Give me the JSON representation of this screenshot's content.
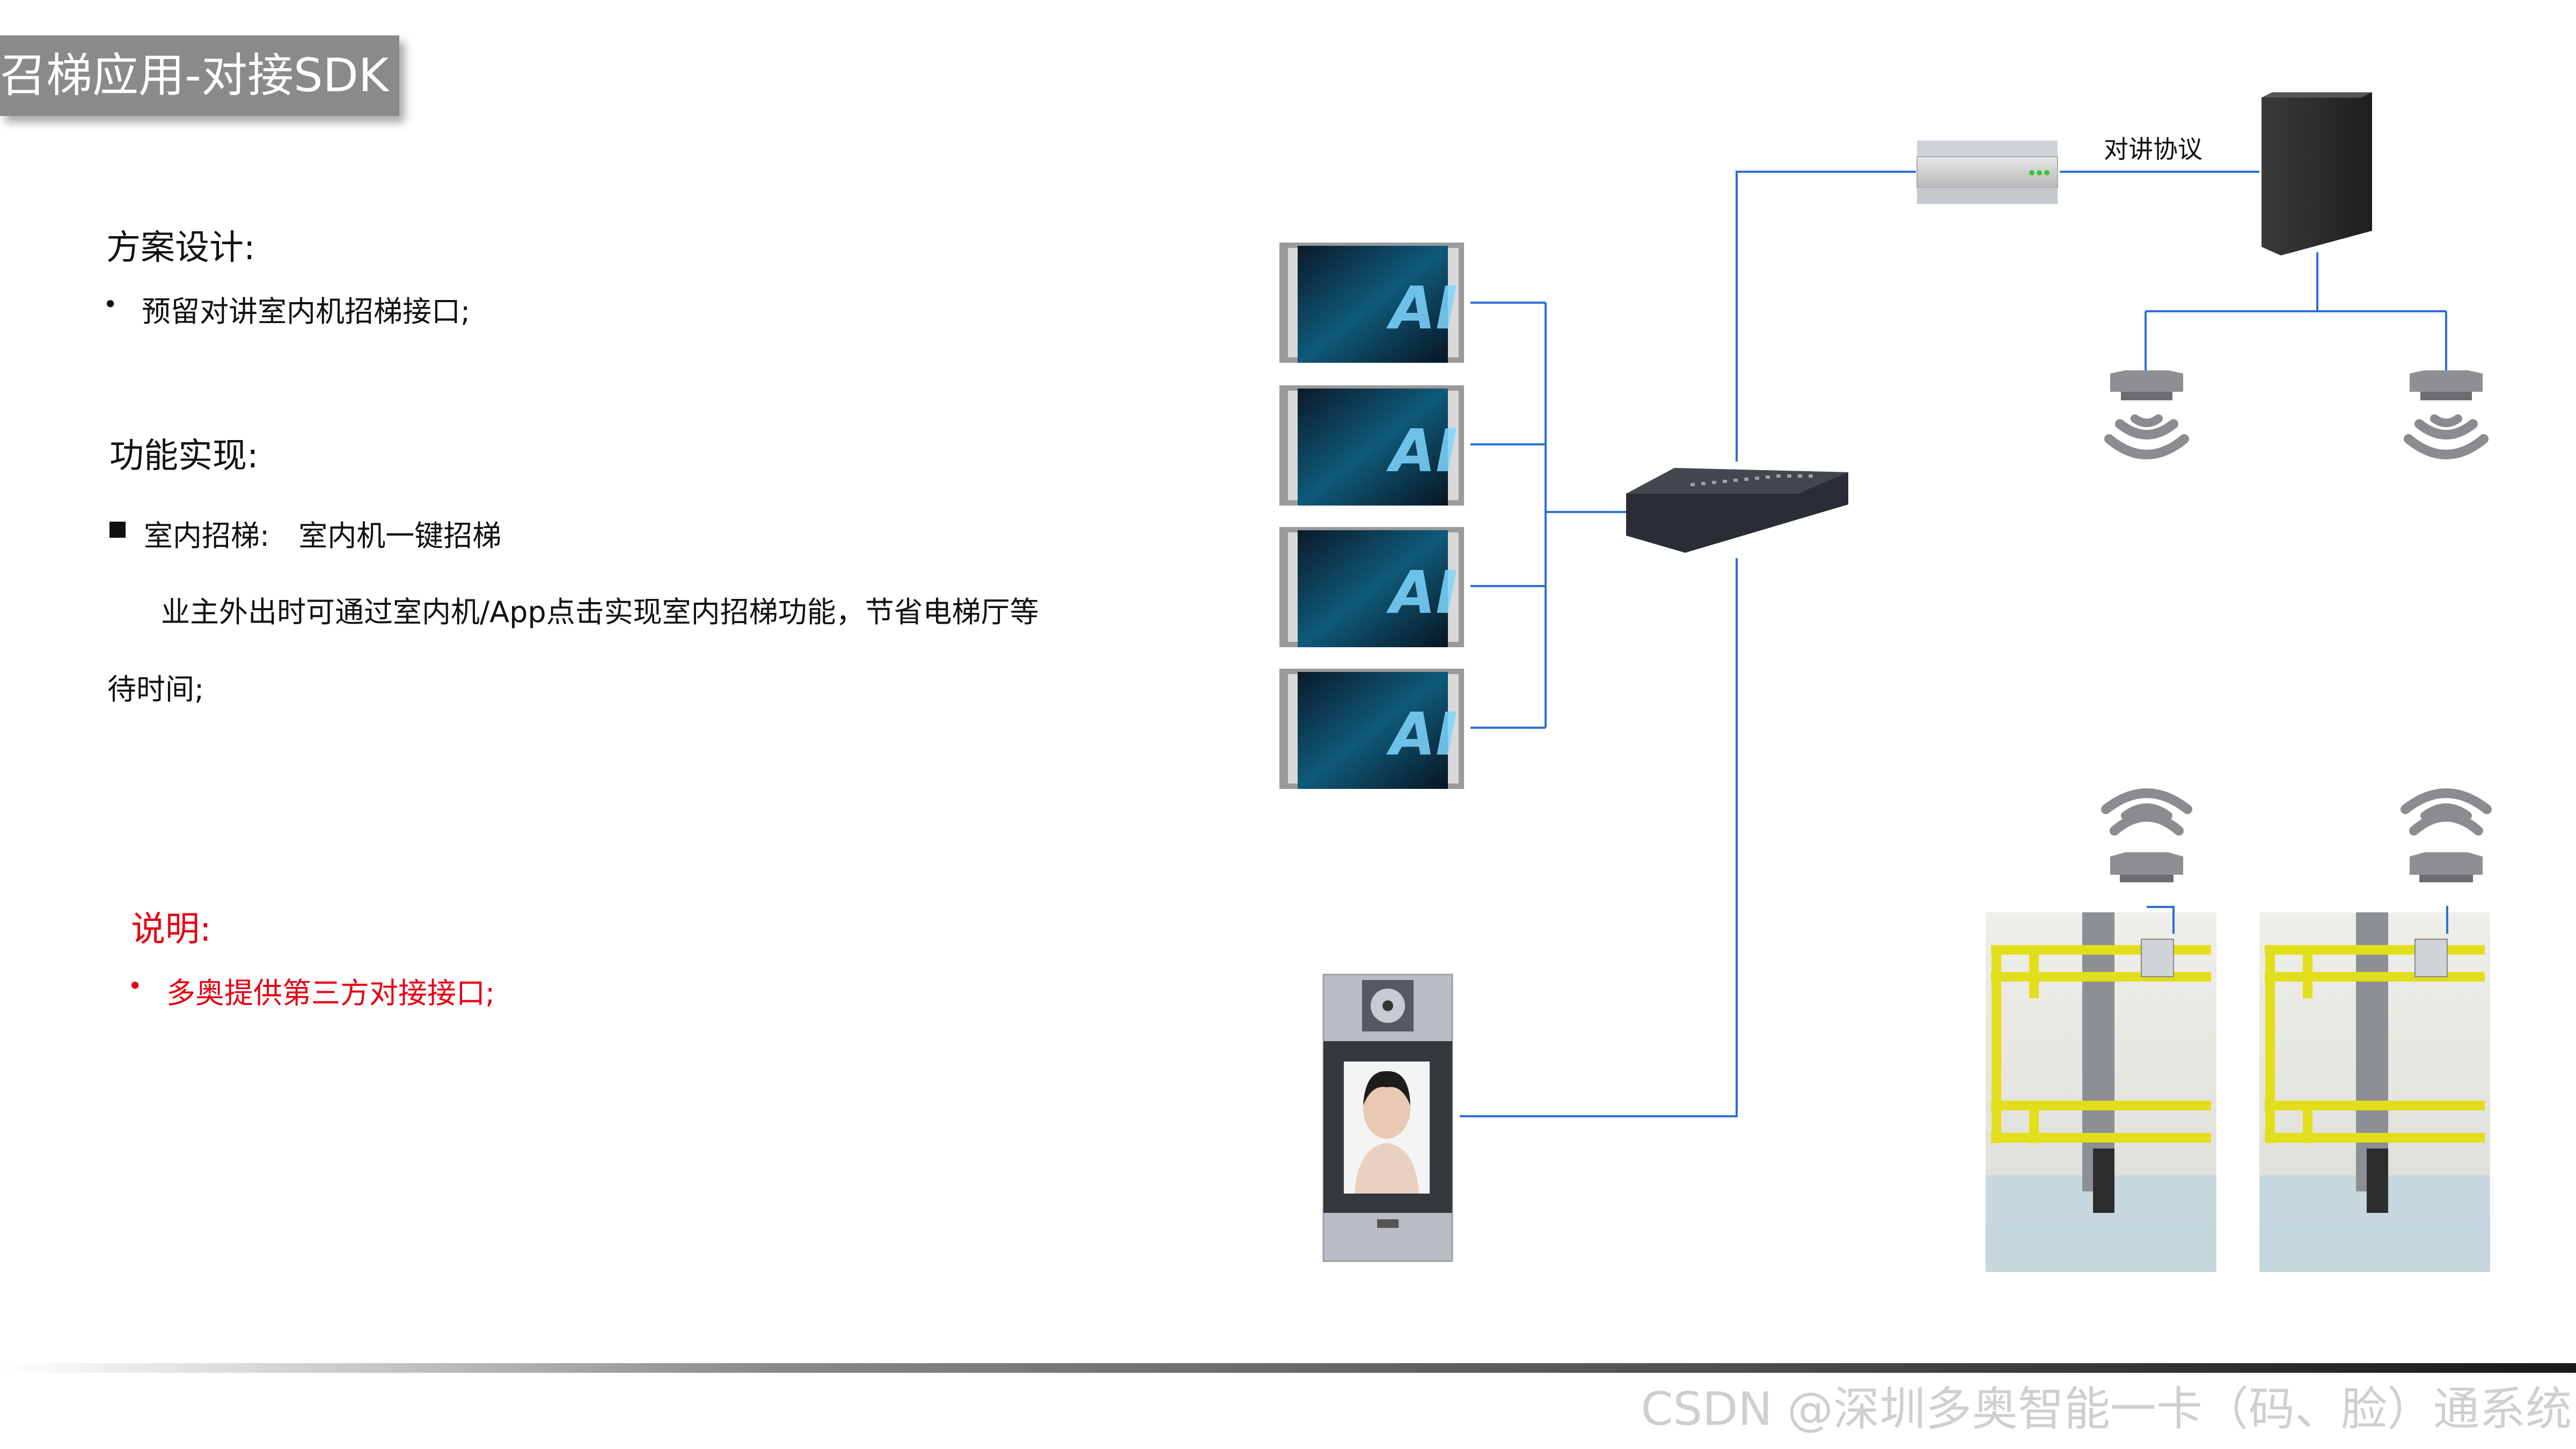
{
  "title": "召梯应用-对接SDK",
  "left_panel": {
    "design_heading": "方案设计:",
    "design_bullet": "预留对讲室内机招梯接口;",
    "function_heading": "功能实现:",
    "function_item": "室内招梯:　室内机一键招梯",
    "function_desc_line1": "业主外出时可通过室内机/App点击实现室内招梯功能，节省电梯厅等",
    "function_desc_line2": "待时间;",
    "note_heading": "说明:",
    "note_bullet": "多奥提供第三方对接接口;"
  },
  "diagram": {
    "protocol_label": "对讲协议",
    "monitor_screen_text": "AI",
    "devices": [
      "indoor-monitor",
      "indoor-monitor",
      "indoor-monitor",
      "indoor-monitor",
      "network-switch",
      "protocol-gateway",
      "elevator-controller",
      "wireless-receiver",
      "wireless-receiver",
      "face-recognition-door-station",
      "wireless-transmitter",
      "wireless-transmitter",
      "elevator-shaft",
      "elevator-shaft"
    ],
    "line_color": "#2f6fd6"
  },
  "watermark": "CSDN @深圳多奥智能一卡（码、脸）通系统"
}
